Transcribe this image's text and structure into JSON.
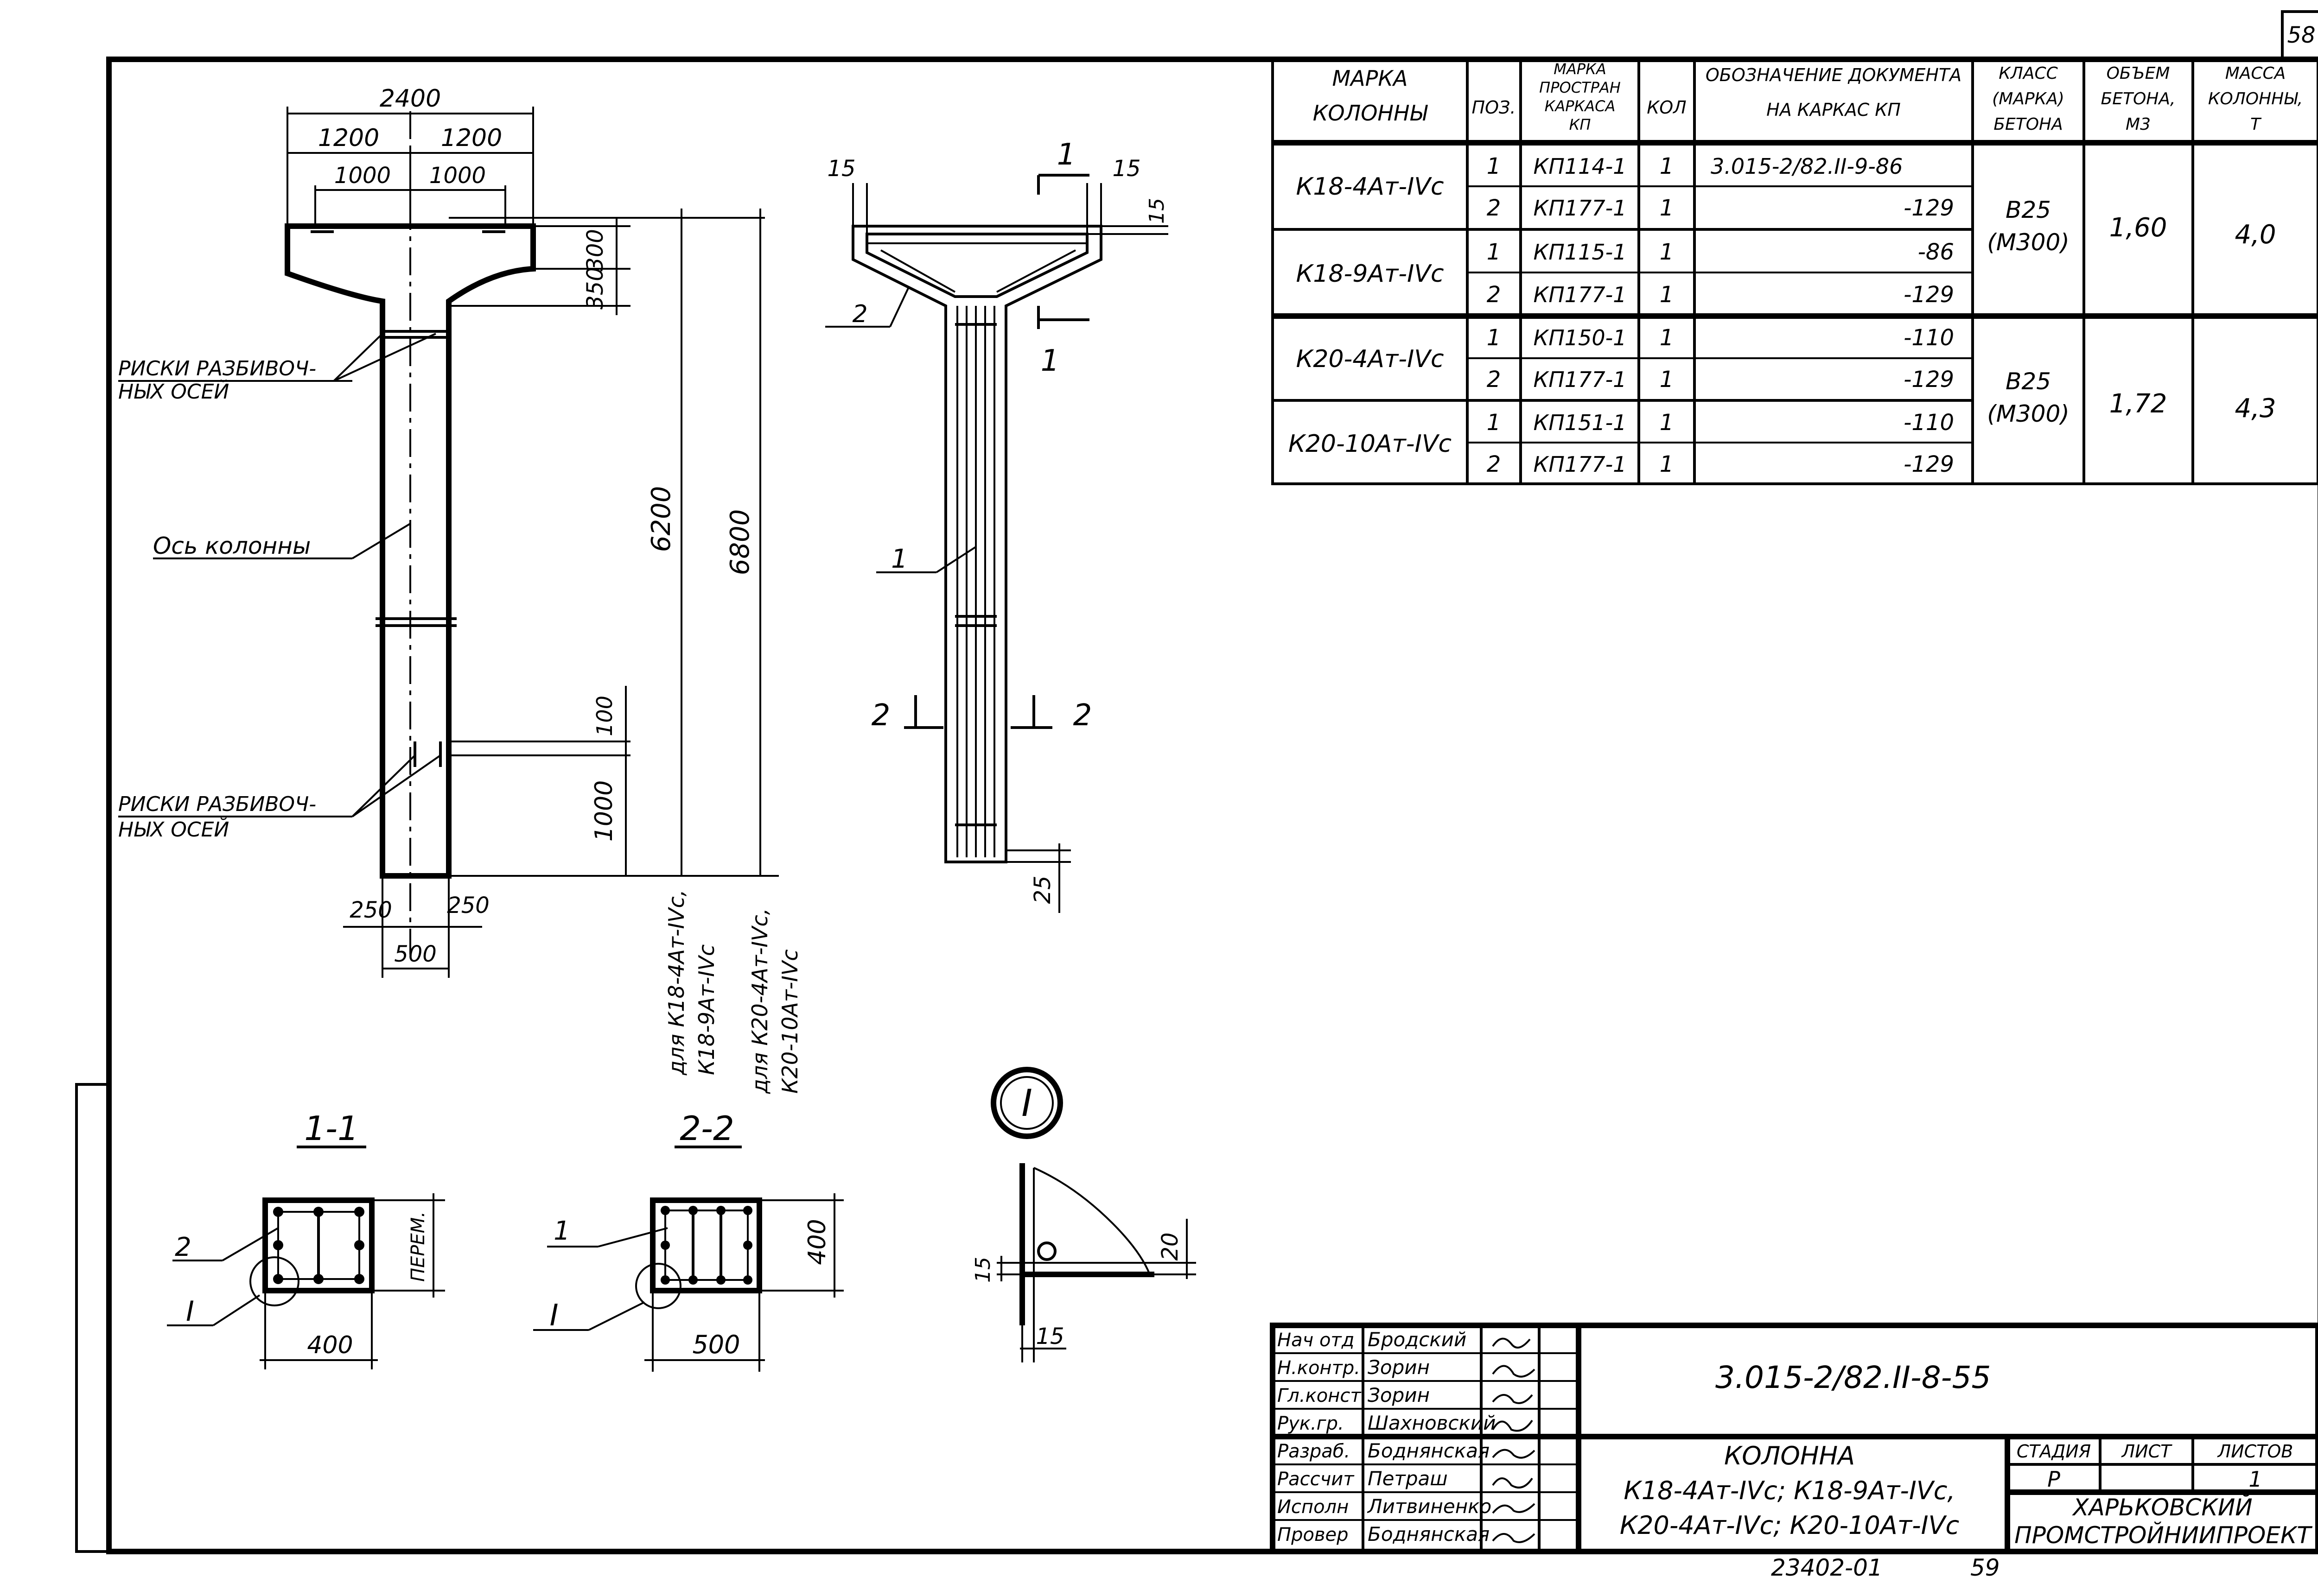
{
  "sheet_number": "58",
  "bottom_code": "23402-01",
  "bottom_page": "59",
  "spec_table": {
    "headers": [
      "МАРКА КОЛОННЫ",
      "ПОЗ.",
      "МАРКА ПРОСТРАН КАРКАСА КП",
      "КОЛ",
      "ОБОЗНАЧЕНИЕ ДОКУМЕНТА НА КАРКАС КП",
      "КЛАСС (МАРКА) БЕТОНА",
      "ОБЪЕМ БЕТОНА, М3",
      "МАССА КОЛОННЫ, Т"
    ],
    "groups": [
      {
        "concrete_class": "В25",
        "concrete_grade": "(М300)",
        "volume": "1,60",
        "mass": "4,0",
        "columns": [
          {
            "mark": "К18-4Ат-IVс",
            "rows": [
              {
                "pos": "1",
                "frame": "КП114-1",
                "qty": "1",
                "doc": "3.015-2/82.II-9-86"
              },
              {
                "pos": "2",
                "frame": "КП177-1",
                "qty": "1",
                "doc": "-129"
              }
            ]
          },
          {
            "mark": "К18-9Ат-IVс",
            "rows": [
              {
                "pos": "1",
                "frame": "КП115-1",
                "qty": "1",
                "doc": "-86"
              },
              {
                "pos": "2",
                "frame": "КП177-1",
                "qty": "1",
                "doc": "-129"
              }
            ]
          }
        ]
      },
      {
        "concrete_class": "В25",
        "concrete_grade": "(М300)",
        "volume": "1,72",
        "mass": "4,3",
        "columns": [
          {
            "mark": "К20-4Ат-IVс",
            "rows": [
              {
                "pos": "1",
                "frame": "КП150-1",
                "qty": "1",
                "doc": "-110"
              },
              {
                "pos": "2",
                "frame": "КП177-1",
                "qty": "1",
                "doc": "-129"
              }
            ]
          },
          {
            "mark": "К20-10Ат-IVс",
            "rows": [
              {
                "pos": "1",
                "frame": "КП151-1",
                "qty": "1",
                "doc": "-110"
              },
              {
                "pos": "2",
                "frame": "КП177-1",
                "qty": "1",
                "doc": "-129"
              }
            ]
          }
        ]
      }
    ]
  },
  "elevation": {
    "dims": {
      "total_width": "2400",
      "half_left": "1200",
      "half_right": "1200",
      "inner_left": "1000",
      "inner_right": "1000",
      "v300": "300",
      "v350": "350",
      "v6200": "6200",
      "v6800": "6800",
      "v100": "100",
      "v1000": "1000",
      "b250_left": "250",
      "b250_right": "250",
      "b500": "500"
    },
    "label_risks_top": [
      "РИСКИ РАЗБИВОЧ-",
      "НЫХ ОСЕЙ"
    ],
    "label_axis": "Ось колонны",
    "label_risks_bottom": [
      "РИСКИ РАЗБИВОЧ-",
      "НЫХ ОСЕЙ"
    ],
    "note_k18": [
      "для К18-4Ат-IVс,",
      "К18-9Ат-IVс"
    ],
    "note_k20": [
      "для К20-4Ат-IVс,",
      "К20-10Ат-IVс"
    ]
  },
  "reinforcement": {
    "dim_top_left": "15",
    "dim_top_right": "15",
    "dim_side": "15",
    "dim_bottom": "25",
    "section1": "1",
    "section2": "2",
    "pos1": "1",
    "pos2": "2"
  },
  "section_1_1": {
    "title": "1-1",
    "pos": "2",
    "node": "I",
    "width": "400",
    "height": "ПЕРЕМ."
  },
  "section_2_2": {
    "title": "2-2",
    "pos": "1",
    "node": "I",
    "width": "500",
    "height": "400"
  },
  "node_I": {
    "title": "I",
    "dim_left": "15",
    "dim_bottom": "15",
    "dim_right": "20"
  },
  "stamp": {
    "roles": [
      {
        "role": "Нач отд",
        "name": "Бродский"
      },
      {
        "role": "Н.контр.",
        "name": "Зорин"
      },
      {
        "role": "Гл.конст",
        "name": "Зорин"
      },
      {
        "role": "Рук.гр.",
        "name": "Шахновский"
      },
      {
        "role": "Разраб.",
        "name": "Боднянская"
      },
      {
        "role": "Рассчит",
        "name": "Петраш"
      },
      {
        "role": "Исполн",
        "name": "Литвиненко"
      },
      {
        "role": "Провер",
        "name": "Боднянская"
      }
    ],
    "doc_code": "3.015-2/82.II-8-55",
    "title_lines": [
      "КОЛОННА",
      "К18-4Ат-IVс; К18-9Ат-IVс,",
      "К20-4Ат-IVс; К20-10Ат-IVс"
    ],
    "stage_header": "СТАДИЯ",
    "sheet_header": "ЛИСТ",
    "sheets_header": "ЛИСТОВ",
    "stage": "Р",
    "sheets": "1",
    "org_lines": [
      "ХАРЬКОВСКИЙ",
      "ПРОМСТРОЙНИИПРОЕКТ"
    ]
  }
}
